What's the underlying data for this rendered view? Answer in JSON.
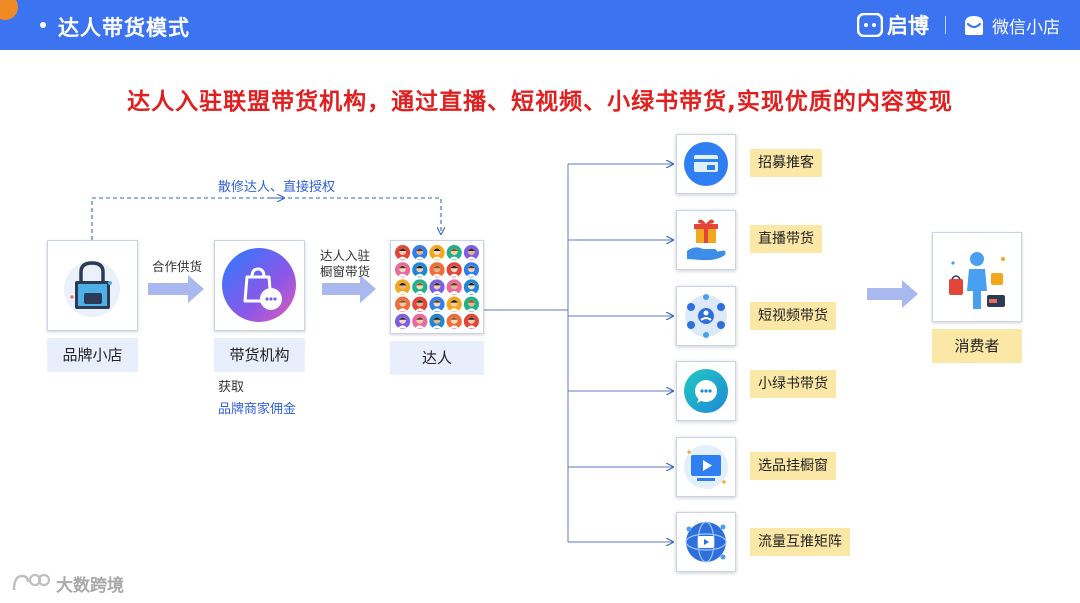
{
  "header": {
    "title": "达人带货模式",
    "brand_name": "启博",
    "partner_name": "微信小店"
  },
  "subtitle": "达人入驻联盟带货机构，通过直播、短视频、小绿书带货,实现优质的内容变现",
  "dashed_link_label": "散修达人、直接授权",
  "nodes": {
    "brand_store": "品牌小店",
    "agency": "带货机构",
    "talent": "达人",
    "consumer": "消费者"
  },
  "edges": {
    "supply": "合作供货",
    "join_line1": "达人入驻",
    "join_line2": "橱窗带货"
  },
  "agency_note": {
    "gain": "获取",
    "commission": "品牌商家佣金"
  },
  "channels": [
    "招募推客",
    "直播带货",
    "短视频带货",
    "小绿书带货",
    "选品挂橱窗",
    "流量互推矩阵"
  ],
  "watermark": "大数跨境",
  "colors": {
    "header_blue": "#3b73f0",
    "subtitle_red": "#e02020",
    "arrow_blue": "#a9b9f0",
    "label_yellow": "#fbe7a6",
    "label_blue": "#e8eefb",
    "link_blue": "#2f5fd8"
  }
}
